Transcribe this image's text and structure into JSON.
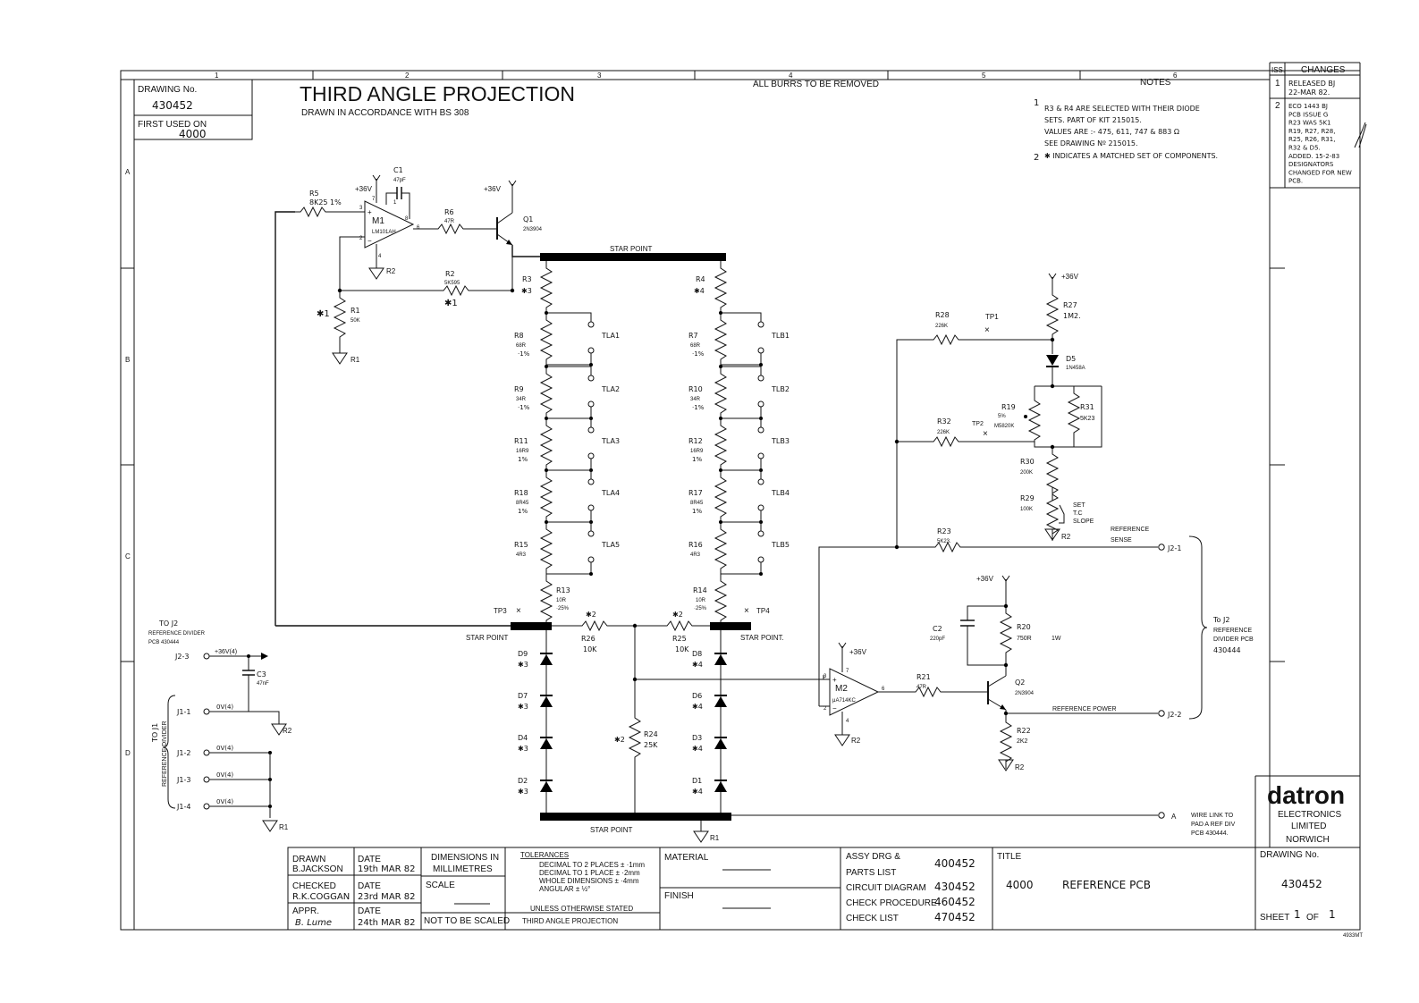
{
  "grid": {
    "columns": [
      "1",
      "2",
      "3",
      "4",
      "5",
      "6"
    ],
    "rows": [
      "A",
      "B",
      "C",
      "D"
    ]
  },
  "header": {
    "drawing_no_label": "DRAWING No.",
    "drawing_no": "430452",
    "first_used_label": "FIRST USED ON",
    "first_used": "4000",
    "projection_title": "THIRD ANGLE PROJECTION",
    "projection_sub": "DRAWN IN ACCORDANCE WITH BS 308",
    "burrs_note": "ALL BURRS TO BE REMOVED"
  },
  "notes": {
    "title": "NOTES",
    "lines": [
      "R3 & R4 ARE SELECTED WITH THEIR DIODE",
      "SETS. PART OF KIT 215015.",
      "VALUES ARE :- 475, 611, 747 & 883 Ω",
      "SEE DRAWING Nº 215015.",
      "✱ INDICATES A MATCHED SET OF COMPONENTS."
    ],
    "markers": [
      "1",
      "2"
    ]
  },
  "changes": {
    "iss_label": "ISS.",
    "changes_label": "CHANGES",
    "entries": [
      {
        "iss": "1",
        "lines": [
          "RELEASED BJ",
          "22-MAR 82."
        ]
      },
      {
        "iss": "2",
        "lines": [
          "ECO 1443  BJ",
          "PCB ISSUE G",
          "R23 WAS 5K1",
          "R19, R27, R28,",
          "R25, R26, R31,",
          "R32 & D5.",
          "ADDED. 15-2-83",
          "DESIGNATORS",
          "CHANGED FOR NEW",
          "PCB."
        ]
      }
    ]
  },
  "schematic": {
    "supplies": {
      "v36": "+36V",
      "r1": "R1",
      "r2": "R2"
    },
    "m1": {
      "name": "M1",
      "part": "LM101AH",
      "c1": "C1",
      "c1_value": "47pF",
      "plus": "+",
      "minus": "−",
      "pins": [
        "7",
        "3",
        "2",
        "8",
        "1",
        "6",
        "4"
      ]
    },
    "r5": {
      "ref": "R5",
      "value": "8K25 1%"
    },
    "r6": {
      "ref": "R6",
      "value": "47R"
    },
    "r2c": {
      "ref": "R2",
      "value": "5K595",
      "mark": "✱1"
    },
    "r1c": {
      "ref": "R1",
      "value": "50K",
      "mark": "✱1"
    },
    "q1": {
      "ref": "Q1",
      "part": "2N3904"
    },
    "star_point": "STAR POINT",
    "star_point_b": "STAR POINT.",
    "r3": {
      "ref": "R3",
      "mark": "✱3"
    },
    "r4": {
      "ref": "R4",
      "mark": "✱4"
    },
    "left_chain": [
      {
        "ref": "R8",
        "value": "68R",
        "tol": "·1%",
        "link": "TLA1"
      },
      {
        "ref": "R9",
        "value": "34R",
        "tol": "·1%",
        "link": "TLA2"
      },
      {
        "ref": "R11",
        "value": "16R9",
        "tol": "1%",
        "link": "TLA3"
      },
      {
        "ref": "R18",
        "value": "8R45",
        "tol": "1%",
        "link": "TLA4"
      },
      {
        "ref": "R15",
        "value": "4R3",
        "tol": "",
        "link": "TLA5"
      }
    ],
    "right_chain": [
      {
        "ref": "R7",
        "value": "68R",
        "tol": "·1%",
        "link": "TLB1"
      },
      {
        "ref": "R10",
        "value": "34R",
        "tol": "·1%",
        "link": "TLB2"
      },
      {
        "ref": "R12",
        "value": "16R9",
        "tol": "1%",
        "link": "TLB3"
      },
      {
        "ref": "R17",
        "value": "8R45",
        "tol": "1%",
        "link": "TLB4"
      },
      {
        "ref": "R16",
        "value": "4R3",
        "tol": "",
        "link": "TLB5"
      }
    ],
    "r13": {
      "ref": "R13",
      "value": "10R",
      "tol": "·25%"
    },
    "r14": {
      "ref": "R14",
      "value": "10R",
      "tol": "·25%"
    },
    "tp3": "TP3",
    "tp4": "TP4",
    "tp1": "TP1",
    "tp2": "TP2",
    "r26": {
      "ref": "R26",
      "value": "10K",
      "mark": "✱2"
    },
    "r25": {
      "ref": "R25",
      "value": "10K",
      "mark": "✱2"
    },
    "r24": {
      "ref": "R24",
      "value": "25K",
      "mark": "✱2"
    },
    "left_diodes": [
      {
        "ref": "D9",
        "mark": "✱3"
      },
      {
        "ref": "D7",
        "mark": "✱3"
      },
      {
        "ref": "D4",
        "mark": "✱3"
      },
      {
        "ref": "D2",
        "mark": "✱3"
      }
    ],
    "right_diodes": [
      {
        "ref": "D8",
        "mark": "✱4"
      },
      {
        "ref": "D6",
        "mark": "✱4"
      },
      {
        "ref": "D3",
        "mark": "✱4"
      },
      {
        "ref": "D1",
        "mark": "✱4"
      }
    ],
    "r27": {
      "ref": "R27",
      "value": "1M2."
    },
    "r28": {
      "ref": "R28",
      "value": "226K"
    },
    "d5": {
      "ref": "D5",
      "part": "1N458A"
    },
    "r19": {
      "ref": "R19",
      "value": "5%",
      "part": "M5820K"
    },
    "r31": {
      "ref": "R31",
      "value": "5K23"
    },
    "r32": {
      "ref": "R32",
      "value": "226K"
    },
    "r30": {
      "ref": "R30",
      "value": "200K"
    },
    "r29": {
      "ref": "R29",
      "value": "100K"
    },
    "set_tc": [
      "SET",
      "T.C",
      "SLOPE"
    ],
    "r23": {
      "ref": "R23",
      "value": "5K23."
    },
    "ref_sense": [
      "REFERENCE",
      "SENSE"
    ],
    "j2_1": "J2-1",
    "j2_2": "J2-2",
    "to_j2_right": [
      "To J2",
      "REFERENCE",
      "DIVIDER PCB",
      "430444"
    ],
    "m2": {
      "name": "M2",
      "part": "μA714KC",
      "plus": "+",
      "minus": "−",
      "pins": [
        "7",
        "3",
        "2",
        "6",
        "4"
      ]
    },
    "c2": {
      "ref": "C2",
      "value": "220pF"
    },
    "r20": {
      "ref": "R20",
      "value": "750R",
      "power": "1W"
    },
    "r21": {
      "ref": "R21",
      "value": "47R"
    },
    "q2": {
      "ref": "Q2",
      "part": "2N3904"
    },
    "r22": {
      "ref": "R22",
      "value": "2K2"
    },
    "ref_power": "REFERENCE POWER",
    "a_terminal": "A",
    "wire_link": [
      "WIRE LINK TO",
      "PAD A REF DIV",
      "PCB 430444."
    ],
    "to_j2_left": [
      "TO J2",
      "REFERENCE DIVIDER",
      "PCB 430444"
    ],
    "j2_3": "J2-3",
    "v36_4": "+36V(4)",
    "c3": {
      "ref": "C3",
      "value": "47nF"
    },
    "to_j1": [
      "TO J1",
      "REFERENCE DIVIDER"
    ],
    "j1": [
      {
        "pin": "J1-1",
        "net": "0V(4)"
      },
      {
        "pin": "J1-2",
        "net": "0V(4)"
      },
      {
        "pin": "J1-3",
        "net": "0V(4)"
      },
      {
        "pin": "J1-4",
        "net": "0V(4)"
      }
    ]
  },
  "title_block": {
    "drawn_label": "DRAWN",
    "drawn_by": "B.JACKSON",
    "date_label": "DATE",
    "drawn_date": "19th MAR 82",
    "checked_label": "CHECKED",
    "checked_by": "R.K.COGGAN",
    "checked_date": "23rd MAR 82",
    "appr_label": "APPR.",
    "appr_by": "B. Lume",
    "appr_date": "24th MAR 82",
    "dims_label": "DIMENSIONS IN",
    "dims_unit": "MILLIMETRES",
    "scale_label": "SCALE",
    "not_to_scale": "NOT TO BE SCALED",
    "tol_label": "TOLERANCES",
    "tol_lines": [
      "DECIMAL TO 2 PLACES ± ·1mm",
      "DECIMAL TO 1 PLACE ± ·2mm",
      "WHOLE DIMENSIONS ± ·4mm",
      "ANGULAR ± ½°"
    ],
    "unless": "UNLESS OTHERWISE STATED",
    "projection": "THIRD ANGLE PROJECTION",
    "material_label": "MATERIAL",
    "finish_label": "FINISH",
    "assy_label": "ASSY DRG &",
    "parts_label": "PARTS LIST",
    "assy_no": "400452",
    "circuit_label": "CIRCUIT DIAGRAM",
    "circuit_no": "430452",
    "check_proc_label": "CHECK PROCEDURE",
    "check_proc_no": "460452",
    "check_list_label": "CHECK LIST",
    "check_list_no": "470452",
    "title_label": "TITLE",
    "title_model": "4000",
    "title_text": "REFERENCE PCB",
    "company_logo": "datron",
    "company_lines": [
      "ELECTRONICS",
      "LIMITED",
      "NORWICH"
    ],
    "drawing_no_label": "DRAWING No.",
    "drawing_no": "430452",
    "sheet_label": "SHEET",
    "sheet_no": "1",
    "of_label": "OF",
    "sheet_total": "1",
    "corner_code": "4933MT"
  }
}
